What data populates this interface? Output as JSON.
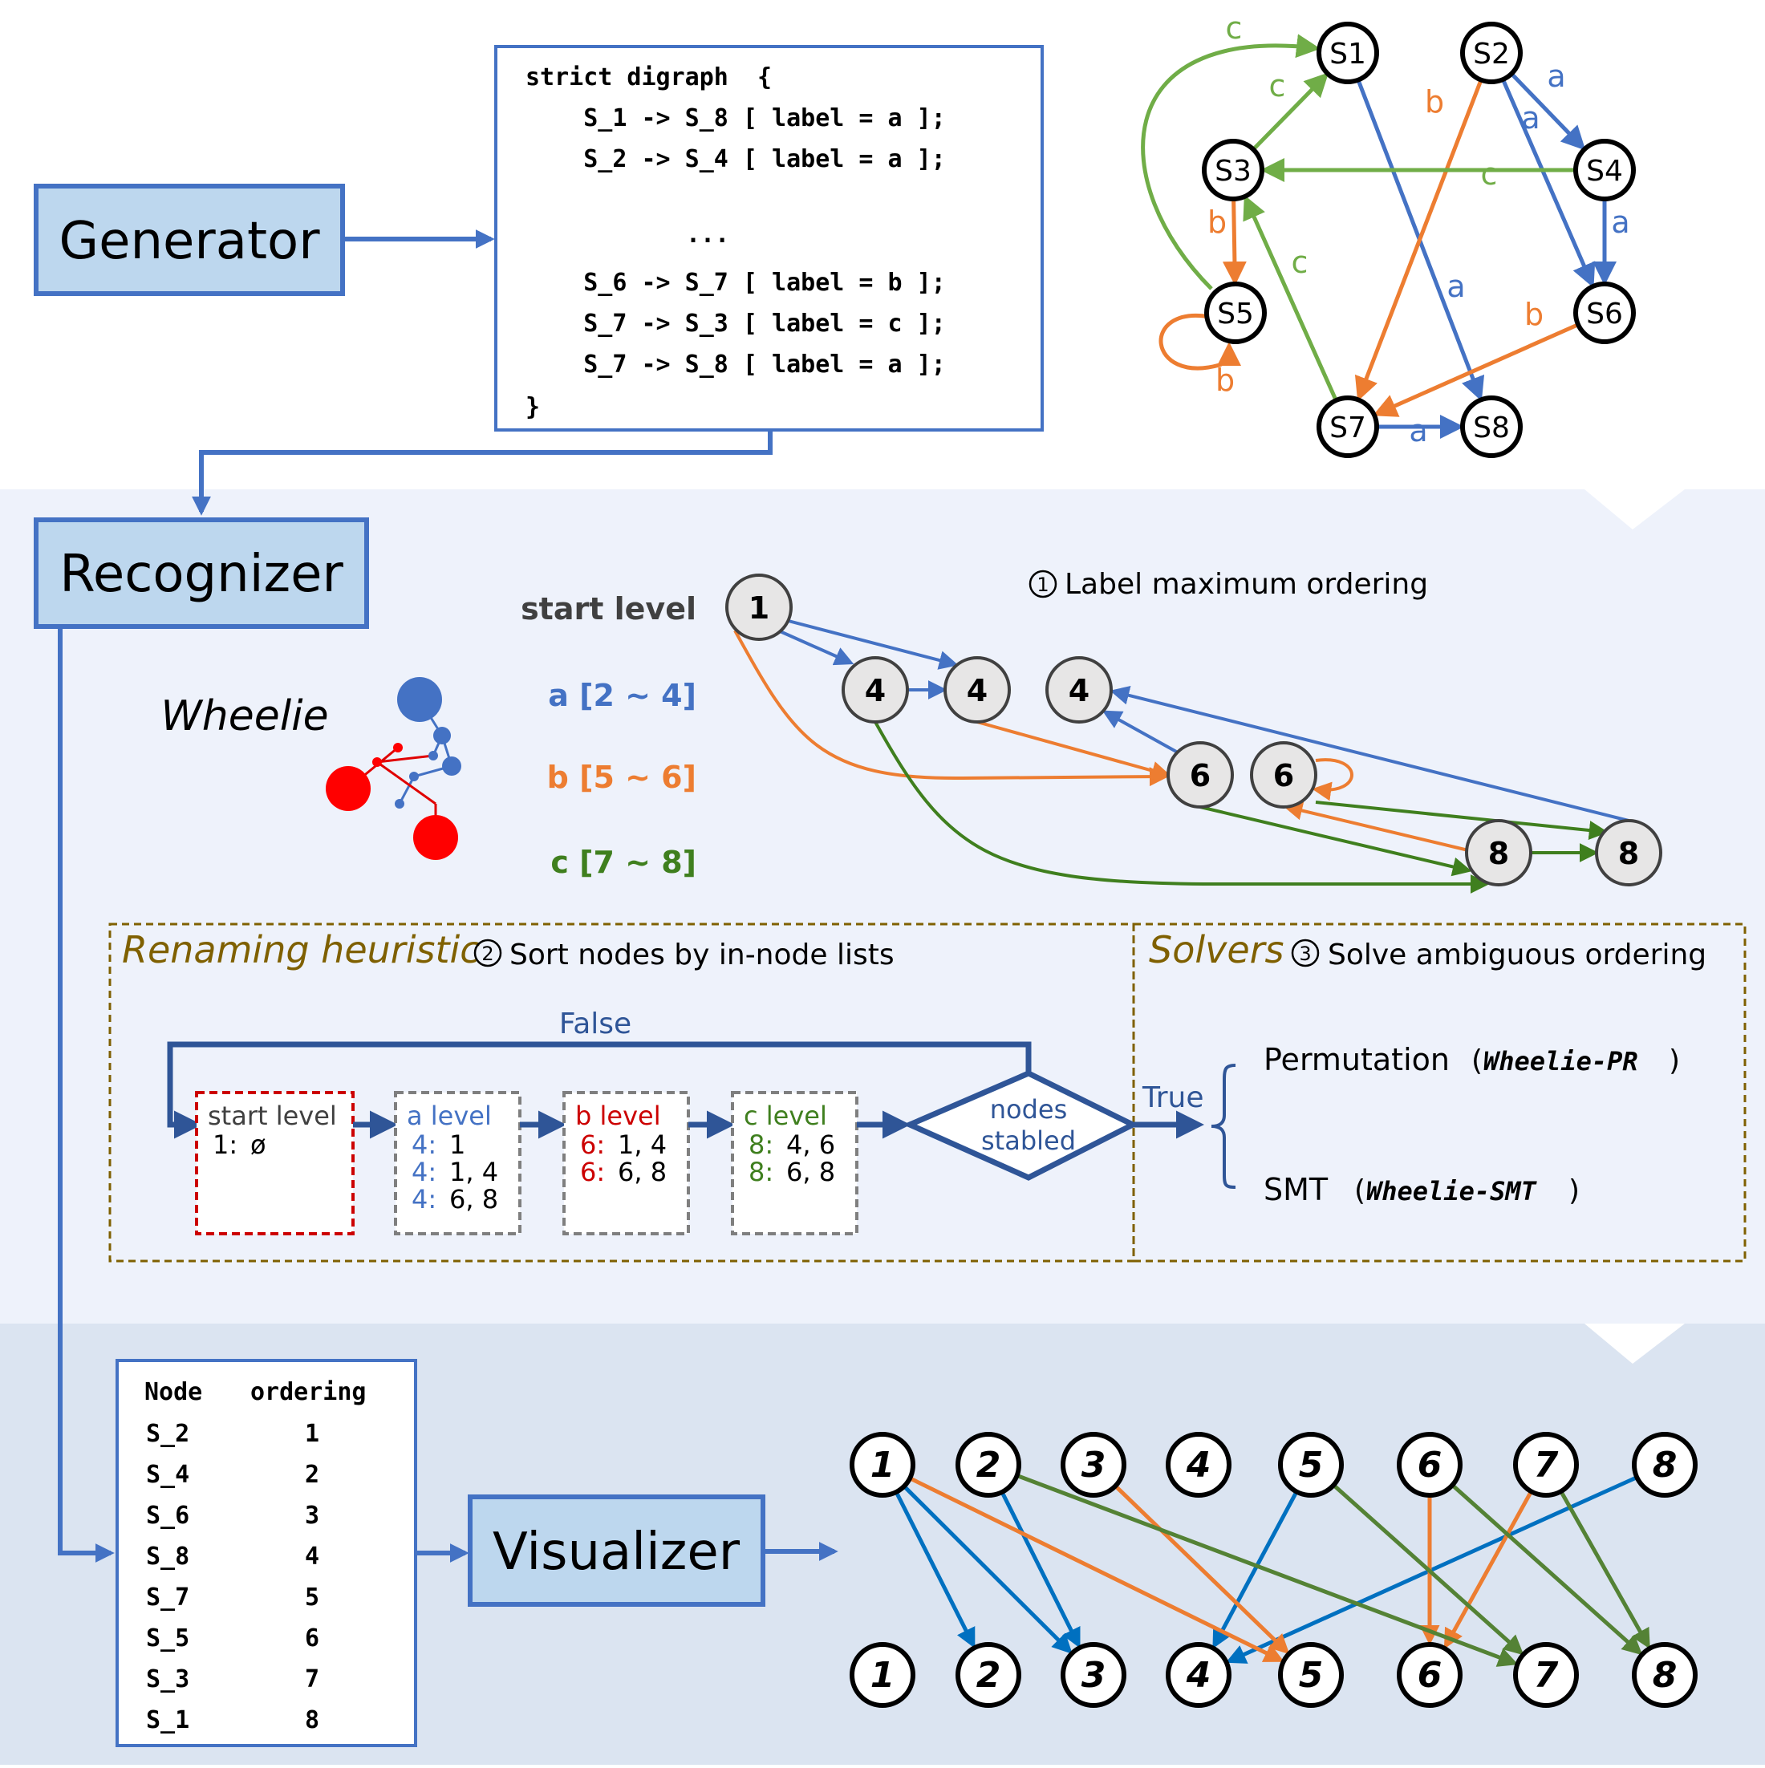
{
  "generator": {
    "label": "Generator"
  },
  "code": {
    "lines": [
      "strict digraph  {",
      "    S_1 -> S_8 [ label = a ];",
      "    S_2 -> S_4 [ label = a ];",
      "...",
      "    S_6 -> S_7 [ label = b ];",
      "    S_7 -> S_3 [ label = c ];",
      "    S_7 -> S_8 [ label = a ];",
      "}"
    ]
  },
  "graph": {
    "nodes": [
      "S1",
      "S2",
      "S3",
      "S4",
      "S5",
      "S6",
      "S7",
      "S8"
    ],
    "edges": [
      {
        "from": "S1",
        "to": "S8",
        "label": "a"
      },
      {
        "from": "S2",
        "to": "S4",
        "label": "a"
      },
      {
        "from": "S2",
        "to": "S6",
        "label": "a"
      },
      {
        "from": "S4",
        "to": "S6",
        "label": "a"
      },
      {
        "from": "S7",
        "to": "S8",
        "label": "a"
      },
      {
        "from": "S2",
        "to": "S7",
        "label": "b"
      },
      {
        "from": "S3",
        "to": "S5",
        "label": "b"
      },
      {
        "from": "S5",
        "to": "S5",
        "label": "b"
      },
      {
        "from": "S6",
        "to": "S7",
        "label": "b"
      },
      {
        "from": "S3",
        "to": "S1",
        "label": "c"
      },
      {
        "from": "S4",
        "to": "S3",
        "label": "c"
      },
      {
        "from": "S5",
        "to": "S1",
        "label": "c"
      },
      {
        "from": "S7",
        "to": "S3",
        "label": "c"
      }
    ]
  },
  "recognizer": {
    "label": "Recognizer",
    "logo_text": "Wheelie",
    "step1": "Label maximum ordering",
    "levels": {
      "start": "start level",
      "a": "a [2 ~ 4]",
      "b": "b [5 ~ 6]",
      "c": "c [7 ~ 8]"
    },
    "order_nodes": [
      "1",
      "4",
      "4",
      "4",
      "6",
      "6",
      "8",
      "8"
    ]
  },
  "renaming": {
    "title": "Renaming heuristic",
    "step2": "Sort nodes by in-node lists",
    "false_label": "False",
    "true_label": "True",
    "diamond": [
      "nodes",
      "stabled"
    ],
    "boxes": [
      {
        "title": "start level",
        "rows": [
          {
            "k": "1",
            "v": "ø"
          }
        ]
      },
      {
        "title": "a level",
        "rows": [
          {
            "k": "4",
            "v": "1"
          },
          {
            "k": "4",
            "v": "1, 4"
          },
          {
            "k": "4",
            "v": "6, 8"
          }
        ]
      },
      {
        "title": "b level",
        "rows": [
          {
            "k": "6",
            "v": "1, 4"
          },
          {
            "k": "6",
            "v": "6, 8"
          }
        ]
      },
      {
        "title": "c level",
        "rows": [
          {
            "k": "8",
            "v": "4, 6"
          },
          {
            "k": "8",
            "v": "6, 8"
          }
        ]
      }
    ]
  },
  "solvers": {
    "title": "Solvers",
    "step3": "Solve ambiguous ordering",
    "items": [
      {
        "name": "Permutation",
        "tag": "Wheelie-PR"
      },
      {
        "name": "SMT",
        "tag": "Wheelie-SMT"
      }
    ]
  },
  "table": {
    "headers": [
      "Node",
      "ordering"
    ],
    "rows": [
      [
        "S_2",
        "1"
      ],
      [
        "S_4",
        "2"
      ],
      [
        "S_6",
        "3"
      ],
      [
        "S_8",
        "4"
      ],
      [
        "S_7",
        "5"
      ],
      [
        "S_5",
        "6"
      ],
      [
        "S_3",
        "7"
      ],
      [
        "S_1",
        "8"
      ]
    ]
  },
  "visualizer": {
    "label": "Visualizer",
    "top": [
      "1",
      "2",
      "3",
      "4",
      "5",
      "6",
      "7",
      "8"
    ],
    "bottom": [
      "1",
      "2",
      "3",
      "4",
      "5",
      "6",
      "7",
      "8"
    ],
    "edges": [
      {
        "from": "1",
        "to": "2",
        "color": "blue"
      },
      {
        "from": "1",
        "to": "3",
        "color": "blue"
      },
      {
        "from": "2",
        "to": "3",
        "color": "blue"
      },
      {
        "from": "5",
        "to": "4",
        "color": "blue"
      },
      {
        "from": "8",
        "to": "4",
        "color": "blue"
      },
      {
        "from": "1",
        "to": "5",
        "color": "orange"
      },
      {
        "from": "3",
        "to": "5",
        "color": "orange"
      },
      {
        "from": "6",
        "to": "6",
        "color": "orange"
      },
      {
        "from": "7",
        "to": "6",
        "color": "orange"
      },
      {
        "from": "2",
        "to": "7",
        "color": "green"
      },
      {
        "from": "5",
        "to": "7",
        "color": "green"
      },
      {
        "from": "6",
        "to": "8",
        "color": "green"
      },
      {
        "from": "7",
        "to": "8",
        "color": "green"
      }
    ]
  },
  "colors": {
    "blue": "#4472c4",
    "orange": "#ed7d31",
    "green": "#70ad47",
    "dark_green": "#3f7f1e",
    "red": "#cc0000",
    "olive": "#7f6000",
    "navy": "#2f5597",
    "vis_blue": "#0070c0",
    "vis_orange": "#ed7d31",
    "vis_green": "#548235",
    "box_fill": "#bdd7ee",
    "band1": "#eef2fb",
    "band2": "#dbe4f1"
  }
}
